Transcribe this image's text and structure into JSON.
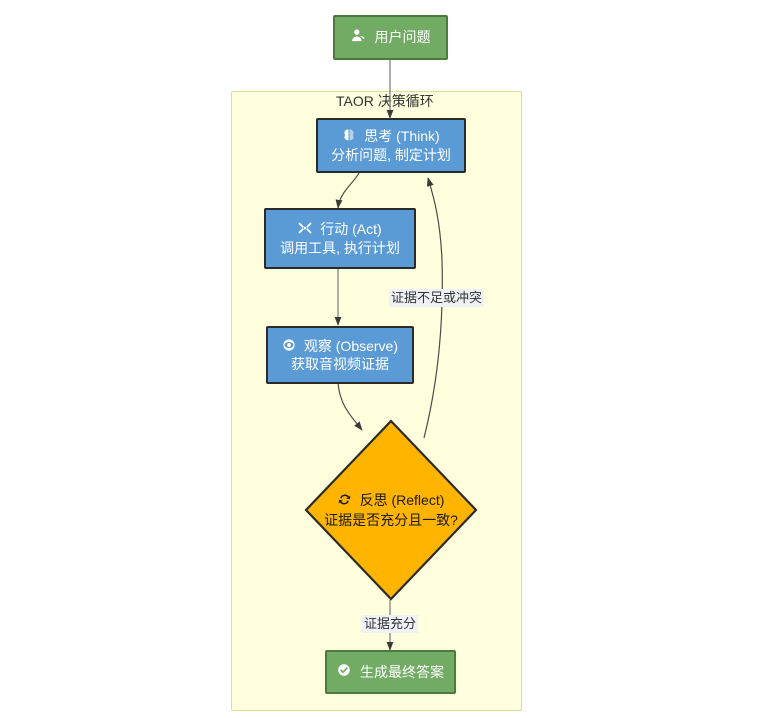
{
  "diagram": {
    "type": "flowchart",
    "direction": "top-to-bottom",
    "background": "#ffffff"
  },
  "colors": {
    "green_fill": "#72ab63",
    "green_stroke": "#4a7a3d",
    "blue_fill": "#5b9bd5",
    "blue_stroke": "#2b2b2b",
    "diamond_fill": "#ffb400",
    "diamond_stroke": "#2b2b2b",
    "subgraph_fill": "#ffffdd",
    "subgraph_stroke": "#dcdc9a",
    "edge_stroke": "#4a4a4a",
    "label_bg": "#eef1f6",
    "node_text": "#ffffff",
    "diamond_text": "#1b1b1b"
  },
  "subgraph": {
    "title": "TAOR 决策循环"
  },
  "nodes": {
    "user_question": {
      "icon": "user-icon",
      "label": "用户问题",
      "shape": "rounded-rect",
      "fill": "#72ab63"
    },
    "think": {
      "icon": "brain-icon",
      "line1": "思考 (Think)",
      "line2": "分析问题, 制定计划",
      "shape": "rect",
      "fill": "#5b9bd5"
    },
    "act": {
      "icon": "tools-icon",
      "line1": "行动 (Act)",
      "line2": "调用工具, 执行计划",
      "shape": "rect",
      "fill": "#5b9bd5"
    },
    "observe": {
      "icon": "eye-icon",
      "line1": "观察 (Observe)",
      "line2": "获取音视频证据",
      "shape": "rect",
      "fill": "#5b9bd5"
    },
    "reflect": {
      "icon": "refresh-icon",
      "line1": "反思 (Reflect)",
      "line2": "证据是否充分且一致?",
      "shape": "diamond",
      "fill": "#ffb400"
    },
    "final_answer": {
      "icon": "check-circle-icon",
      "label": "生成最终答案",
      "shape": "rounded-rect",
      "fill": "#72ab63"
    }
  },
  "edges": [
    {
      "from": "user_question",
      "to": "think",
      "label": ""
    },
    {
      "from": "think",
      "to": "act",
      "label": ""
    },
    {
      "from": "act",
      "to": "observe",
      "label": ""
    },
    {
      "from": "observe",
      "to": "reflect",
      "label": ""
    },
    {
      "from": "reflect",
      "to": "think",
      "label": "证据不足或冲突"
    },
    {
      "from": "reflect",
      "to": "final_answer",
      "label": "证据充分"
    }
  ],
  "edge_labels": {
    "insufficient": "证据不足或冲突",
    "sufficient": "证据充分"
  }
}
